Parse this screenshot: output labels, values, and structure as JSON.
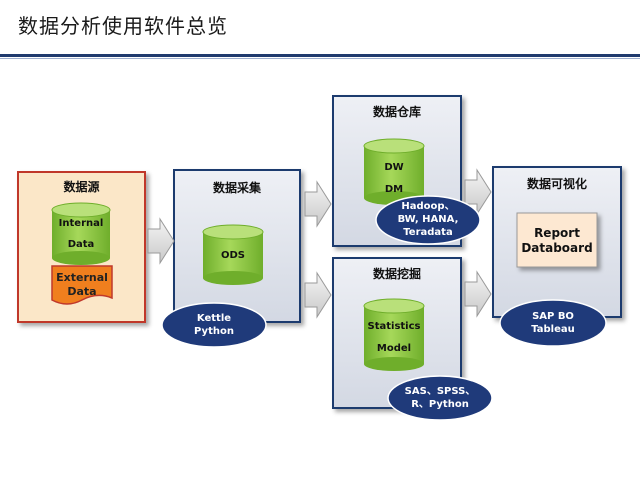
{
  "page_title": "数据分析使用软件总览",
  "panels": {
    "source": {
      "title": "数据源",
      "internal": [
        "Internal",
        "Data"
      ],
      "external": [
        "External",
        "Data"
      ]
    },
    "collect": {
      "title": "数据采集",
      "store": "ODS",
      "tools": [
        "Kettle",
        "Python"
      ]
    },
    "warehouse": {
      "title": "数据仓库",
      "store": [
        "DW",
        "DM"
      ],
      "tools": [
        "Hadoop、",
        "BW, HANA,",
        "Teradata"
      ]
    },
    "mining": {
      "title": "数据挖掘",
      "store": [
        "Statistics",
        "Model"
      ],
      "tools": [
        "SAS、SPSS、",
        "R、Python"
      ]
    },
    "viz": {
      "title": "数据可视化",
      "report": [
        "Report",
        "Databoard"
      ],
      "tools": [
        "SAP BO",
        "Tableau"
      ]
    }
  },
  "colors": {
    "panel_border": "#1f3a6e",
    "panel_fill": "#dde2ec",
    "source_border": "#c0392b",
    "source_fill": "#fbe7c8",
    "cylinder_fill": "#8cc63f",
    "external_fill": "#f07f1e",
    "oval_fill": "#1f3a7a",
    "report_fill": "#fde8d2"
  }
}
